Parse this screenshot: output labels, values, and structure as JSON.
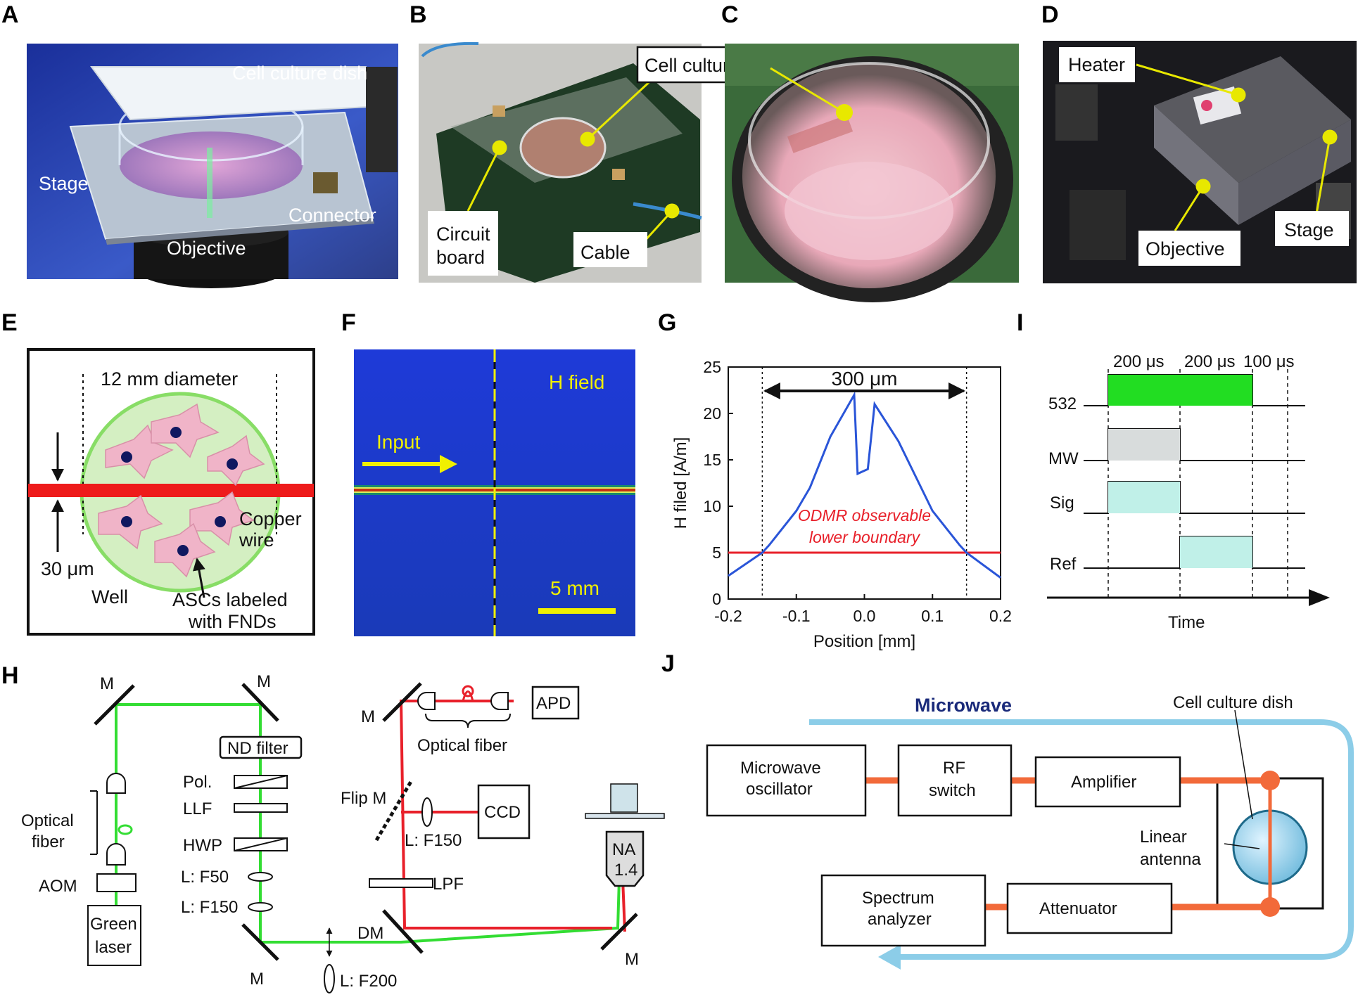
{
  "colors": {
    "green": "#33dd33",
    "red": "#e8202a",
    "orange": "#f26a3a",
    "lightblue": "#8ccde8",
    "navy": "#1a2a7a",
    "yellow": "#f0f000",
    "blue": "#2a55d8"
  },
  "panels": {
    "A": "A",
    "B": "B",
    "C": "C",
    "D": "D",
    "E": "E",
    "F": "F",
    "G": "G",
    "H": "H",
    "I": "I",
    "J": "J"
  },
  "panel_a": {
    "dish": "Cell culture dish",
    "stage": "Stage",
    "connector": "Connector",
    "objective": "Objective"
  },
  "panel_b": {
    "dish": "Cell culture dish",
    "circuit": [
      "Circuit",
      "board"
    ],
    "cable": "Cable"
  },
  "panel_d": {
    "heater": "Heater",
    "objective": "Objective",
    "stage": "Stage"
  },
  "panel_e": {
    "diameter": "12 mm diameter",
    "copper": [
      "Copper",
      "wire"
    ],
    "thick": "30 μm",
    "well": "Well",
    "ascs": [
      "ASCs labeled",
      "with FNDs"
    ]
  },
  "panel_f": {
    "hfield": "H field",
    "input": "Input",
    "scale": "5 mm"
  },
  "chart_data": {
    "type": "line",
    "title": "",
    "xlabel": "Position [mm]",
    "ylabel": "H filed [A/m]",
    "xlim": [
      -0.2,
      0.2
    ],
    "ylim": [
      0,
      25
    ],
    "xticks": [
      "-0.2",
      "-0.1",
      "0.0",
      "0.1",
      "0.2"
    ],
    "yticks": [
      "0",
      "5",
      "10",
      "15",
      "20",
      "25"
    ],
    "series": [
      {
        "values_x": [
          -0.2,
          -0.15,
          -0.14,
          -0.1,
          -0.08,
          -0.05,
          -0.015,
          -0.01,
          0.005,
          0.015,
          0.05,
          0.08,
          0.1,
          0.14,
          0.15,
          0.2
        ],
        "values_y": [
          2.5,
          5.0,
          5.8,
          9.5,
          12.0,
          17.5,
          22.0,
          13.5,
          14.0,
          21.0,
          17.0,
          12.5,
          9.5,
          5.8,
          5.0,
          2.3
        ]
      }
    ],
    "threshold": 5.0,
    "threshold_label": [
      "ODMR observable",
      "lower boundary"
    ],
    "span_label": "300 μm",
    "span": [
      -0.15,
      0.15
    ],
    "grid": false
  },
  "panel_i": {
    "times": [
      "200 μs",
      "200 μs",
      "100 μs"
    ],
    "rows": [
      "532",
      "MW",
      "Sig",
      "Ref"
    ],
    "xlabel": "Time"
  },
  "panel_h": {
    "m": "M",
    "nd": "ND filter",
    "pol": "Pol.",
    "llf": "LLF",
    "hwp": "HWP",
    "lf50": "L: F50",
    "lf150a": "L: F150",
    "aom": "AOM",
    "laser": [
      "Green",
      "laser"
    ],
    "fiber": [
      "Optical",
      "fiber"
    ],
    "fiber2": "Optical fiber",
    "apd": "APD",
    "flip": "Flip M",
    "lf150b": "L: F150",
    "ccd": "CCD",
    "lpf": "LPF",
    "dm": "DM",
    "lf200": "L: F200",
    "na": [
      "NA",
      "1.4"
    ]
  },
  "panel_j": {
    "microwave": "Microwave",
    "dish": "Cell culture dish",
    "osc": [
      "Microwave",
      "oscillator"
    ],
    "rf": [
      "RF",
      "switch"
    ],
    "amp": "Amplifier",
    "antenna": [
      "Linear",
      "antenna"
    ],
    "spec": [
      "Spectrum",
      "analyzer"
    ],
    "att": "Attenuator"
  }
}
